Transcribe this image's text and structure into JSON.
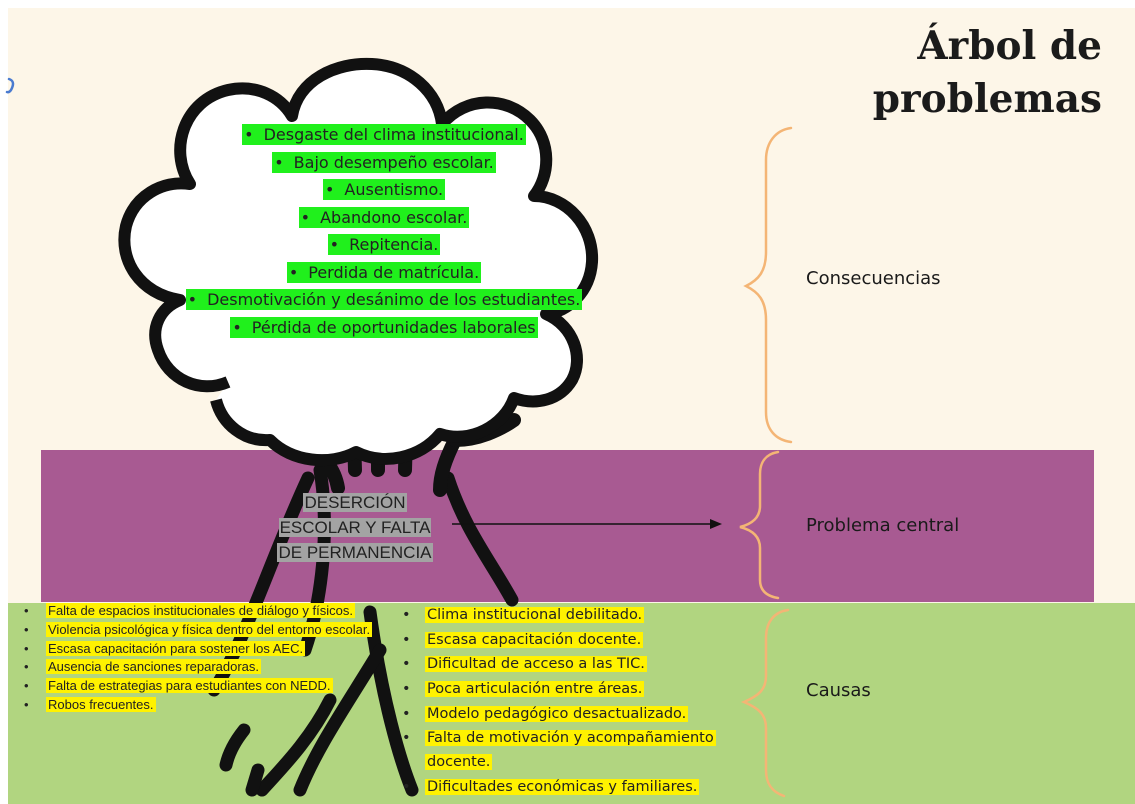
{
  "title": {
    "line1": "Árbol de",
    "line2": "problemas"
  },
  "sections": {
    "consecuencias": "Consecuencias",
    "problema_central": "Problema central",
    "causas": "Causas"
  },
  "central_problem": {
    "line1": "DESERCIÓN",
    "line2": "ESCOLAR Y FALTA",
    "line3": "DE PERMANENCIA"
  },
  "consequences": [
    "Desgaste del clima institucional.",
    "Bajo desempeño escolar.",
    "Ausentismo.",
    "Abandono escolar.",
    "Repitencia.",
    "Perdida de matrícula.",
    "Desmotivación y desánimo de los estudiantes.",
    "Pérdida de oportunidades laborales"
  ],
  "causes_left": [
    "Falta de espacios institucionales de diálogo y físicos.",
    "Violencia psicológica y física dentro del entorno escolar.",
    "Escasa capacitación para sostener los AEC.",
    "Ausencia de sanciones reparadoras.",
    "Falta de estrategias para estudiantes con NEDD.",
    "Robos frecuentes."
  ],
  "causes_right": [
    "Clima institucional debilitado.",
    "Escasa capacitación docente.",
    "Dificultad de acceso a las TIC.",
    "Poca articulación entre áreas.",
    "Modelo pedagógico desactualizado.",
    "Falta de motivación y acompañamiento docente.",
    "Dificultades económicas y familiares."
  ],
  "bullet_glyph": "•",
  "colors": {
    "background": "#fdf6e8",
    "central_band": "#a85a92",
    "causes_band": "#b1d580",
    "consequence_highlight": "#20f01c",
    "cause_highlight": "#fff200",
    "central_highlight": "#a3a3a3",
    "brace": "#f4b575"
  }
}
